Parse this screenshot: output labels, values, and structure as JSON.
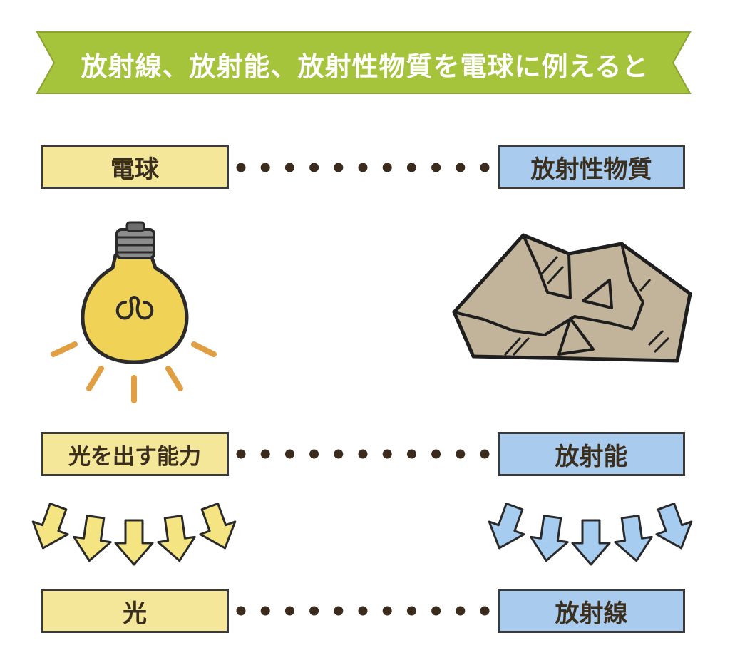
{
  "title": "放射線、放射能、放射性物質を電球に例えると",
  "rows": [
    {
      "left": "電球",
      "right": "放射性物質"
    },
    {
      "left": "光を出す能力",
      "right": "放射能"
    },
    {
      "left": "光",
      "right": "放射線"
    }
  ],
  "colors": {
    "banner": "#a6c43b",
    "left_box": "#f4e79a",
    "right_box": "#a9cbee",
    "bulb": "#f0d257",
    "rays": "#e19f43",
    "rock": "#c2b49a",
    "rock_dark": "#9e9280",
    "dots": "#3b2b1c",
    "yellow_arrow": "#f4e582",
    "blue_arrow": "#a6ccef"
  }
}
